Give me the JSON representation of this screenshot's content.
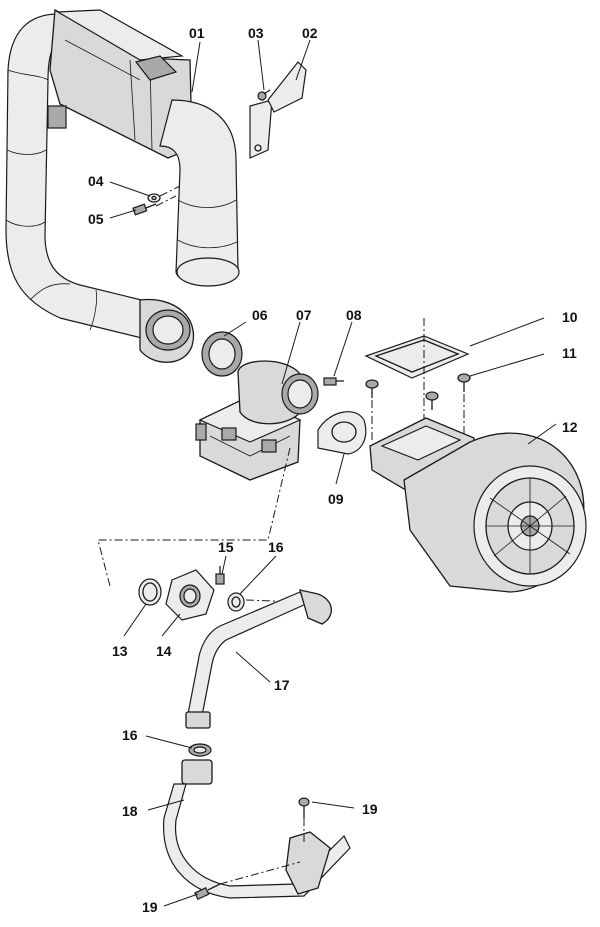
{
  "diagram": {
    "callouts": [
      {
        "id": "c01",
        "label": "01"
      },
      {
        "id": "c02",
        "label": "02"
      },
      {
        "id": "c03",
        "label": "03"
      },
      {
        "id": "c04",
        "label": "04"
      },
      {
        "id": "c05",
        "label": "05"
      },
      {
        "id": "c06",
        "label": "06"
      },
      {
        "id": "c07",
        "label": "07"
      },
      {
        "id": "c08",
        "label": "08"
      },
      {
        "id": "c09",
        "label": "09"
      },
      {
        "id": "c10",
        "label": "10"
      },
      {
        "id": "c11",
        "label": "11"
      },
      {
        "id": "c12",
        "label": "12"
      },
      {
        "id": "c13",
        "label": "13"
      },
      {
        "id": "c14",
        "label": "14"
      },
      {
        "id": "c15",
        "label": "15"
      },
      {
        "id": "c16a",
        "label": "16"
      },
      {
        "id": "c16b",
        "label": "16"
      },
      {
        "id": "c17",
        "label": "17"
      },
      {
        "id": "c18",
        "label": "18"
      },
      {
        "id": "c19a",
        "label": "19"
      },
      {
        "id": "c19b",
        "label": "19"
      }
    ]
  }
}
